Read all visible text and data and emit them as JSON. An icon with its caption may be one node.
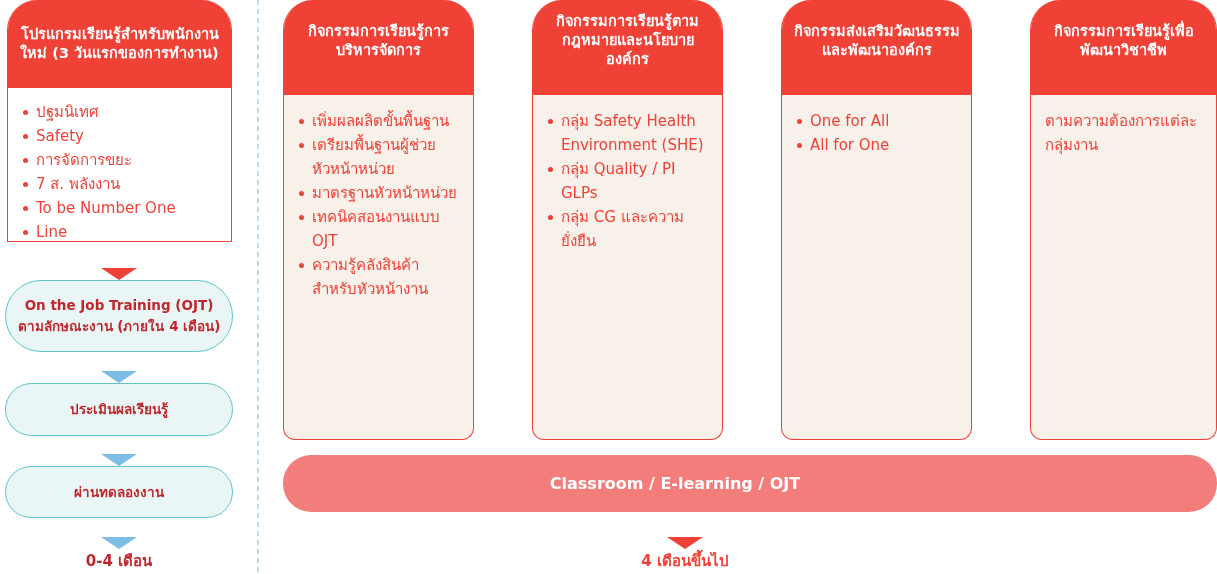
{
  "diagram": {
    "nodes": [
      {
        "text": [
          "โปรแกรมเรียนรู้สำหรับพนักงานใหม่ (3 วันแรกของการทำงาน)",
          "ปฐมนิเทศ",
          "Safety",
          "การจัดการขยะ",
          "7 ส. พลังงาน",
          "To be Number One",
          "Line"
        ]
      },
      {
        "text": [
          "On the Job Training (OJT) ตามลักษณะงาน (ภายใน 4 เดือน)"
        ]
      },
      {
        "text": [
          "ประเมินผลเรียนรู้"
        ]
      },
      {
        "text": [
          "ผ่านทดลองงาน"
        ]
      },
      {
        "text": [
          "0-4 เดือน"
        ]
      },
      {
        "text": [
          "กิจกรรมการเรียนรู้การบริหารจัดการ",
          "เพิ่มผลผลิตขั้นพื้นฐาน",
          "เตรียมพื้นฐานผู้ช่วยหัวหน้าหน่วย",
          "มาตรฐานหัวหน้าหน่วย",
          "เทคนิคสอนงานแบบ OJT",
          "ความรู้คลังสินค้าสำหรับหัวหน้างาน"
        ]
      },
      {
        "text": [
          "กิจกรรมการเรียนรู้ตามกฎหมายและนโยบายองค์กร",
          "กลุ่ม Safety Health Environment (SHE)",
          "กลุ่ม Quality / PI GLPs",
          "กลุ่ม CG และความยั่งยืน"
        ]
      },
      {
        "text": [
          "กิจกรรมส่งเสริมวัฒนธรรมและพัฒนาองค์กร",
          "One for All",
          "All for One"
        ]
      },
      {
        "text": [
          "กิจกรรมการเรียนรู้เพื่อพัฒนาวิชาชีพ",
          "ตามความต้องการแต่ละกลุ่มงาน"
        ]
      },
      {
        "text": [
          "Classroom / E-learning / OJT"
        ]
      },
      {
        "text": [
          "4 เดือนขึ้นไป"
        ]
      }
    ],
    "edges": [
      {
        "from": 0,
        "to": 1,
        "arrow": "to",
        "color": "#ef4136"
      },
      {
        "from": 1,
        "to": 2,
        "arrow": "to"
      },
      {
        "from": 2,
        "to": 3,
        "arrow": "to"
      },
      {
        "from": 3,
        "to": 4,
        "arrow": "to"
      },
      {
        "from": 9,
        "to": 10,
        "arrow": "to",
        "color": "#ef4136"
      }
    ]
  }
}
